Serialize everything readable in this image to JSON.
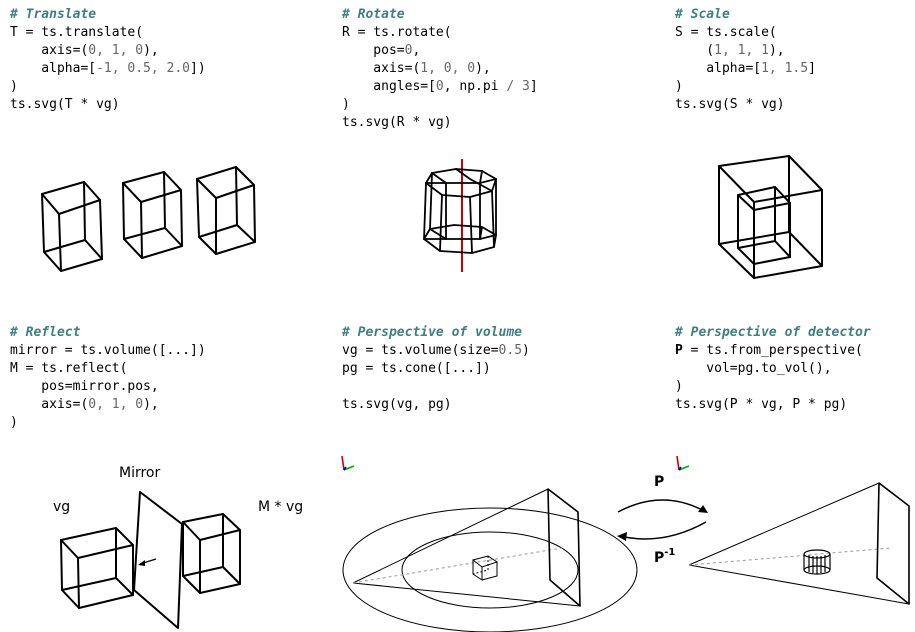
{
  "translate": {
    "comment": "# Translate",
    "l1": "T = ts.translate(",
    "l2a": "    axis=(",
    "l2n": "0, 1, 0",
    "l2b": "),",
    "l3a": "    alpha=[",
    "l3n": "-1, 0.5, 2.0",
    "l3b": "])",
    "l4": ")",
    "l5": "ts.svg(T * vg)"
  },
  "rotate": {
    "comment": "# Rotate",
    "l1": "R = ts.rotate(",
    "l2a": "    pos=",
    "l2n": "0",
    "l2b": ",",
    "l3a": "    axis=(",
    "l3n": "1, 0, 0",
    "l3b": "),",
    "l4a": "    angles=[",
    "l4n1": "0",
    "l4m": ", np.pi ",
    "l4op": "/",
    "l4n2": " 3",
    "l4b": "]",
    "l5": ")",
    "l6": "ts.svg(R * vg)"
  },
  "scale": {
    "comment": "# Scale",
    "l1": "S = ts.scale(",
    "l2a": "    (",
    "l2n": "1, 1, 1",
    "l2b": "),",
    "l3a": "    alpha=[",
    "l3n": "1, 1.5",
    "l3b": "]",
    "l4": ")",
    "l5": "ts.svg(S * vg)"
  },
  "reflect": {
    "comment": "# Reflect",
    "l1": "mirror = ts.volume([...])",
    "l2": "M = ts.reflect(",
    "l3": "    pos=mirror.pos,",
    "l4a": "    axis=(",
    "l4n": "0, 1, 0",
    "l4b": "),",
    "l5": ")",
    "label_mirror": "Mirror",
    "label_vg": "vg",
    "label_mvg": "M * vg"
  },
  "perspective_volume": {
    "comment": "# Perspective of volume",
    "l1a": "vg = ts.volume(size=",
    "l1n": "0.5",
    "l1b": ")",
    "l2": "pg = ts.cone([...])",
    "l3": "",
    "l4": "ts.svg(vg, pg)"
  },
  "perspective_detector": {
    "comment": "# Perspective of detector",
    "l1p": "P",
    "l1rest": " = ts.from_perspective(",
    "l2": "    vol=pg.to_vol(),",
    "l3": ")",
    "l4": "ts.svg(P * vg, P * pg)"
  },
  "arrows": {
    "p_label": "P",
    "pinv_label": "P",
    "pinv_sup": "-1"
  },
  "colors": {
    "comment": "#3f7f7f",
    "number": "#666666",
    "rotation_axis": "#cc0000",
    "axis_x": "#cc0000",
    "axis_y": "#00aa00",
    "axis_z": "#0000cc"
  }
}
